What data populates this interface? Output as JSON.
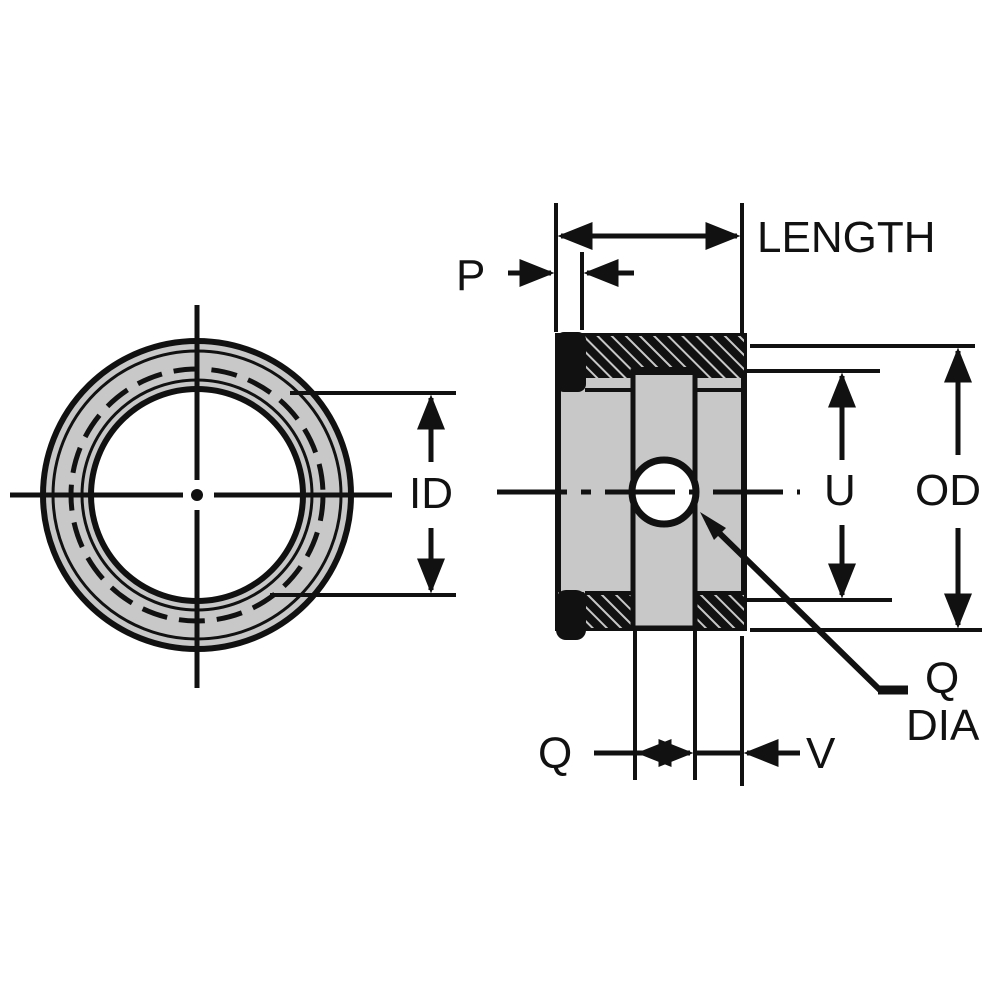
{
  "labels": {
    "length": "LENGTH",
    "p": "P",
    "id": "ID",
    "u": "U",
    "od": "OD",
    "q_dia_line1": "Q",
    "q_dia_line2": "DIA",
    "q": "Q",
    "v": "V"
  },
  "colors": {
    "ink": "#111111",
    "fill_gray": "#c8c8c8",
    "background": "#ffffff"
  }
}
